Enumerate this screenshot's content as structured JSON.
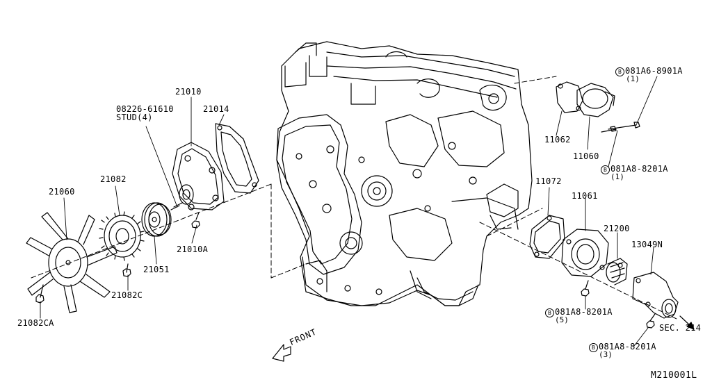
{
  "labels": {
    "p21010": "21010",
    "p21014": "21014",
    "stud_pn": "08226-61610",
    "stud_txt": "STUD(4)",
    "p21082": "21082",
    "p21060": "21060",
    "p21051": "21051",
    "p21010A": "21010A",
    "p21082C": "21082C",
    "p21082CA": "21082CA",
    "p11062": "11062",
    "p11060": "11060",
    "p11072": "11072",
    "p11061": "11061",
    "p21200": "21200",
    "p13049N": "13049N",
    "sec214": "SEC. 214",
    "bolt1": "081A6-8901A",
    "bolt1_qty": "(1)",
    "bolt2": "081A8-8201A",
    "bolt2_qty": "(1)",
    "bolt3": "081A8-8201A",
    "bolt3_qty": "(5)",
    "bolt4": "081A8-8201A",
    "bolt4_qty": "(3)",
    "bolt_prefix": "B",
    "front": "FRONT",
    "diagram_code": "M210001L"
  }
}
